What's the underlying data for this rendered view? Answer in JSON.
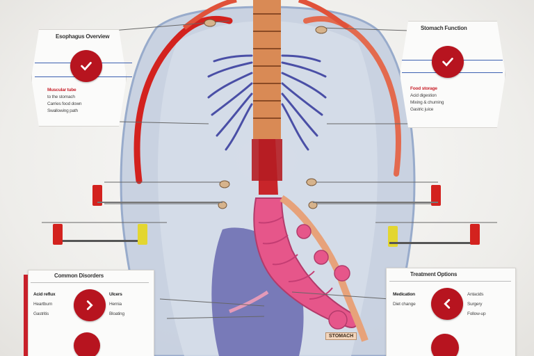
{
  "title": "Upper Digestive Tract",
  "colors": {
    "artery": "#d3221e",
    "vein": "#4a4fa6",
    "body": "#c9d3e3",
    "stomach": "#e6568a",
    "accent_red": "#b7141f",
    "accent_yellow": "#e3d630"
  },
  "panels": {
    "top_left": {
      "heading": "Esophagus Overview",
      "lines": [
        "Muscular tube",
        "to the stomach",
        "Carries food down",
        "Swallowing path"
      ],
      "icon": "check-icon"
    },
    "top_right": {
      "heading": "Stomach Function",
      "lines": [
        "Food storage",
        "Acid digestion",
        "Mixing & churning",
        "Gastric juice"
      ],
      "icon": "check-icon"
    },
    "bottom_left": {
      "heading": "Common Disorders",
      "lines": [
        "Acid reflux",
        "Heartburn",
        "Gastritis",
        "Ulcers",
        "Hernia",
        "Bloating"
      ],
      "icon": "chevron-icon"
    },
    "bottom_right": {
      "heading": "Treatment Options",
      "lines": [
        "Medication",
        "Diet change",
        "Antacids",
        "Surgery",
        "Follow-up"
      ],
      "icon": "chevron-left-icon"
    }
  },
  "organ_label": "STOMACH"
}
